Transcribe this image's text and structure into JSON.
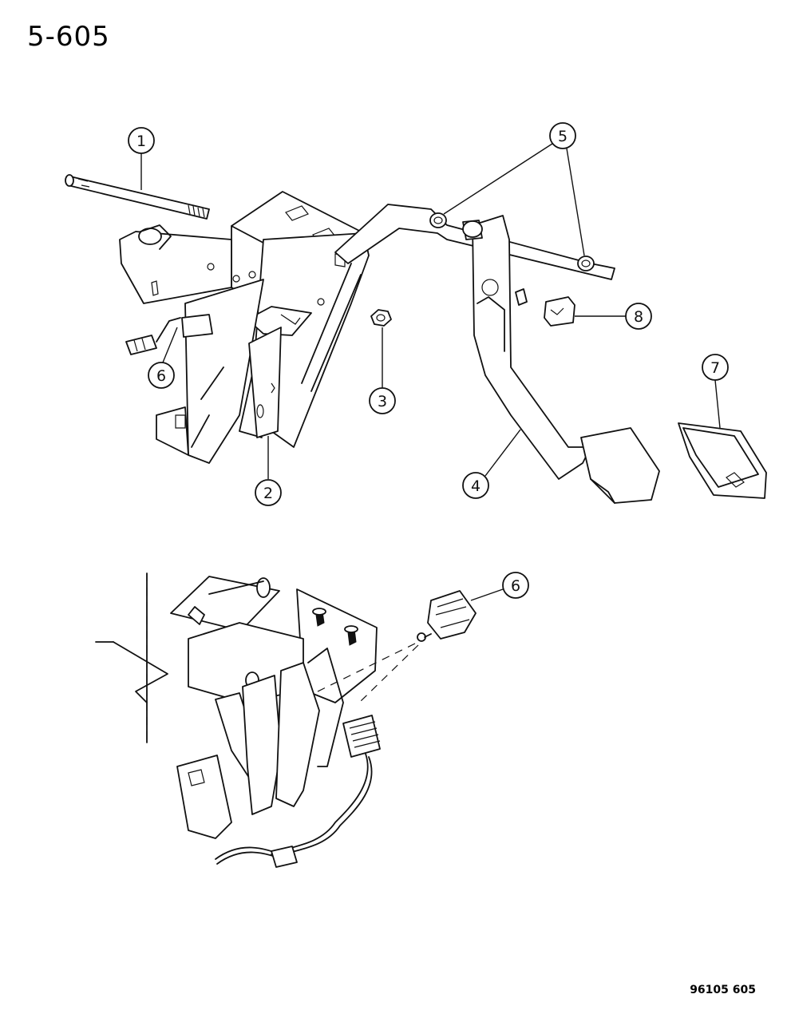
{
  "header": {
    "page_number": "5-605"
  },
  "footer": {
    "figure_code": "96105 605"
  },
  "callouts": [
    {
      "id": "c1",
      "label": "1"
    },
    {
      "id": "c2",
      "label": "2"
    },
    {
      "id": "c3",
      "label": "3"
    },
    {
      "id": "c4",
      "label": "4"
    },
    {
      "id": "c5",
      "label": "5"
    },
    {
      "id": "c6a",
      "label": "6"
    },
    {
      "id": "c6b",
      "label": "6"
    },
    {
      "id": "c7",
      "label": "7"
    },
    {
      "id": "c8",
      "label": "8"
    }
  ]
}
